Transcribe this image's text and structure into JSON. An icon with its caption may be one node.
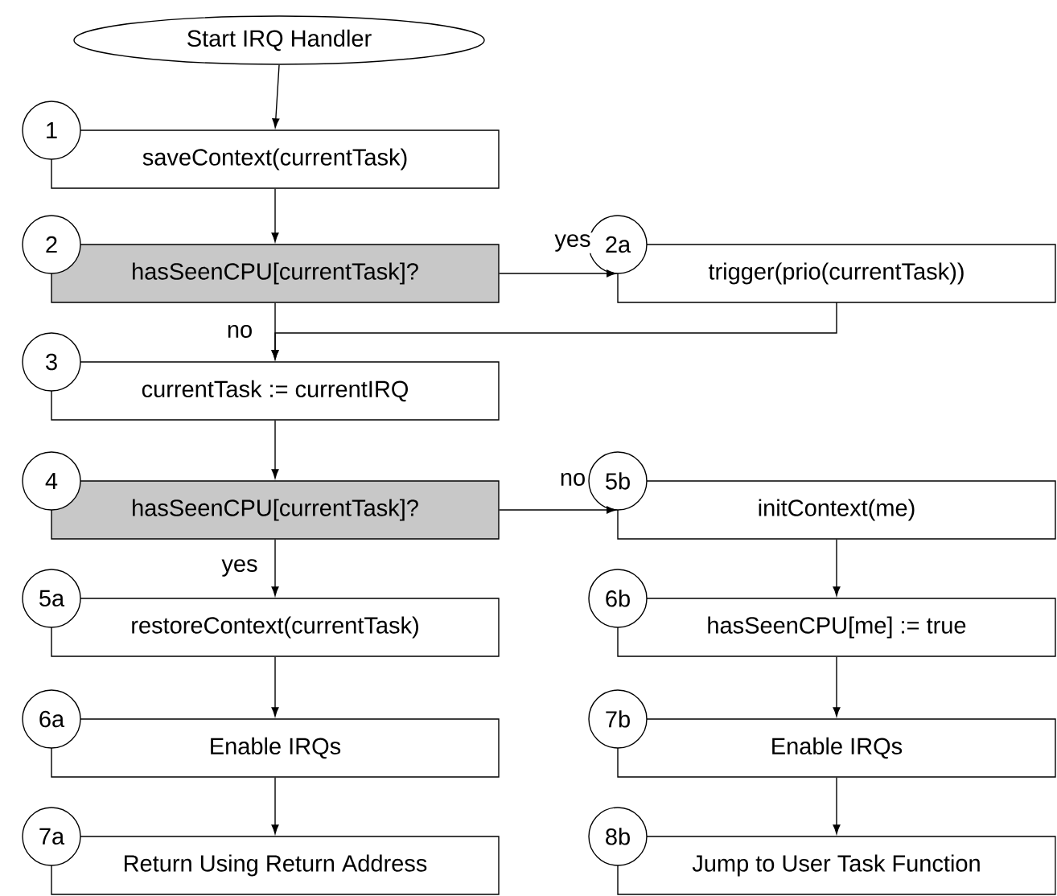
{
  "diagram": {
    "nodes": [
      {
        "text": [
          "Start IRQ Handler"
        ]
      },
      {
        "text": [
          "1",
          "saveContext(currentTask)"
        ]
      },
      {
        "text": [
          "2",
          "hasSeenCPU[currentTask]?"
        ]
      },
      {
        "text": [
          "2a",
          "trigger(prio(currentTask))"
        ]
      },
      {
        "text": [
          "3",
          "currentTask := currentIRQ"
        ]
      },
      {
        "text": [
          "4",
          "hasSeenCPU[currentTask]?"
        ]
      },
      {
        "text": [
          "5b",
          "initContext(me)"
        ]
      },
      {
        "text": [
          "5a",
          "restoreContext(currentTask)"
        ]
      },
      {
        "text": [
          "6b",
          "hasSeenCPU[me] := true"
        ]
      },
      {
        "text": [
          "6a",
          "Enable IRQs"
        ]
      },
      {
        "text": [
          "7b",
          "Enable IRQs"
        ]
      },
      {
        "text": [
          "7a",
          "Return Using Return Address"
        ]
      },
      {
        "text": [
          "8b",
          "Jump to User Task Function"
        ]
      }
    ],
    "edges": [
      {
        "from": 0,
        "to": 1,
        "arrow": "to"
      },
      {
        "from": 1,
        "to": 2,
        "arrow": "to"
      },
      {
        "from": 2,
        "to": 3,
        "arrow": "to",
        "label": "yes"
      },
      {
        "from": 2,
        "to": 4,
        "arrow": "to",
        "label": "no"
      },
      {
        "from": 3,
        "to": 4,
        "arrow": "to"
      },
      {
        "from": 4,
        "to": 5,
        "arrow": "to"
      },
      {
        "from": 5,
        "to": 6,
        "arrow": "to",
        "label": "no"
      },
      {
        "from": 5,
        "to": 7,
        "arrow": "to",
        "label": "yes"
      },
      {
        "from": 6,
        "to": 8,
        "arrow": "to"
      },
      {
        "from": 7,
        "to": 9,
        "arrow": "to"
      },
      {
        "from": 8,
        "to": 10,
        "arrow": "to"
      },
      {
        "from": 9,
        "to": 11,
        "arrow": "to"
      },
      {
        "from": 10,
        "to": 12,
        "arrow": "to"
      }
    ]
  }
}
